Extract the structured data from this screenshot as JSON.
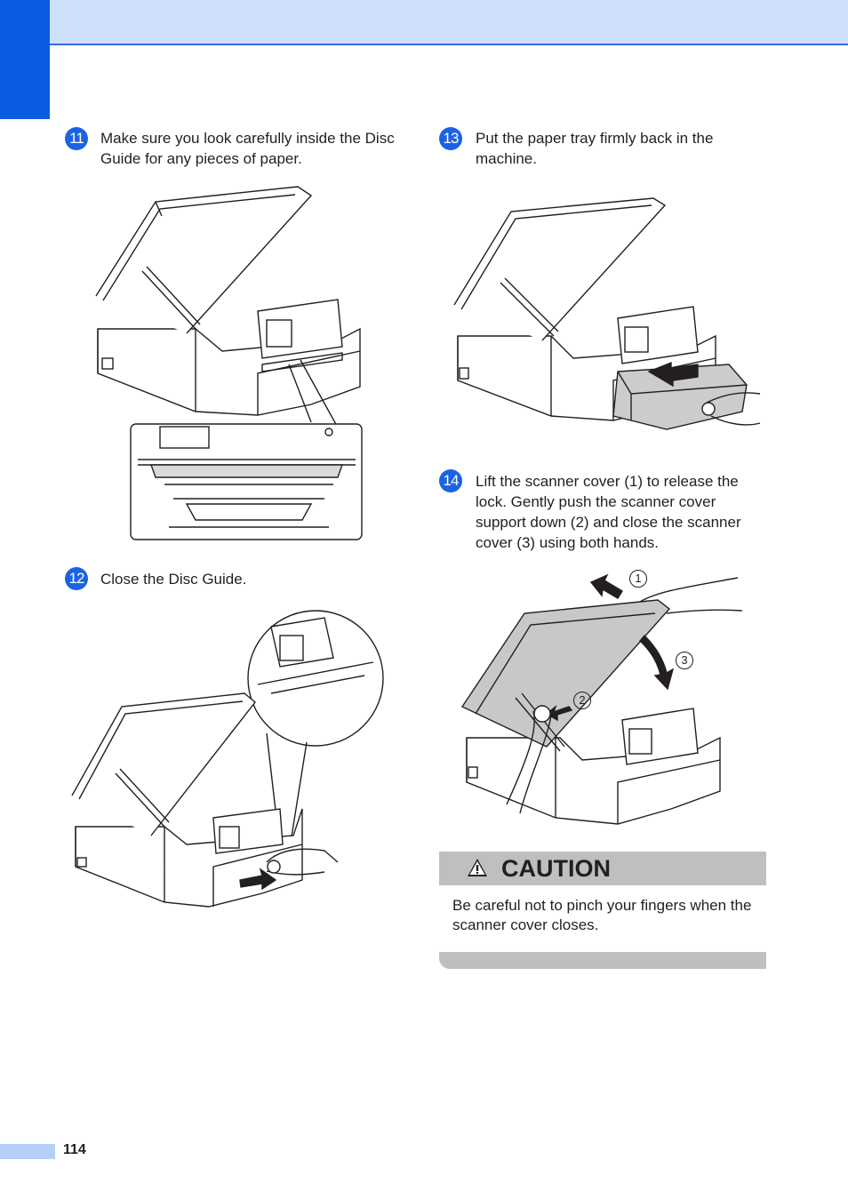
{
  "steps": [
    {
      "number": "11",
      "text": "Make sure you look carefully inside the Disc Guide for any pieces of paper."
    },
    {
      "number": "12",
      "text": "Close the Disc Guide."
    },
    {
      "number": "13",
      "text": "Put the paper tray firmly back in the machine."
    },
    {
      "number": "14",
      "text": "Lift the scanner cover (1) to release the lock. Gently push the scanner cover support down (2) and close the scanner cover (3) using both hands."
    }
  ],
  "callouts": {
    "one": "1",
    "two": "2",
    "three": "3"
  },
  "caution": {
    "title": "CAUTION",
    "text": "Be careful not to pinch your fingers when the scanner cover closes."
  },
  "page_number": "114",
  "colors": {
    "accent": "#0a5ce0",
    "header_band": "#cfe0fb",
    "caution_bar": "#bfbfbf"
  }
}
